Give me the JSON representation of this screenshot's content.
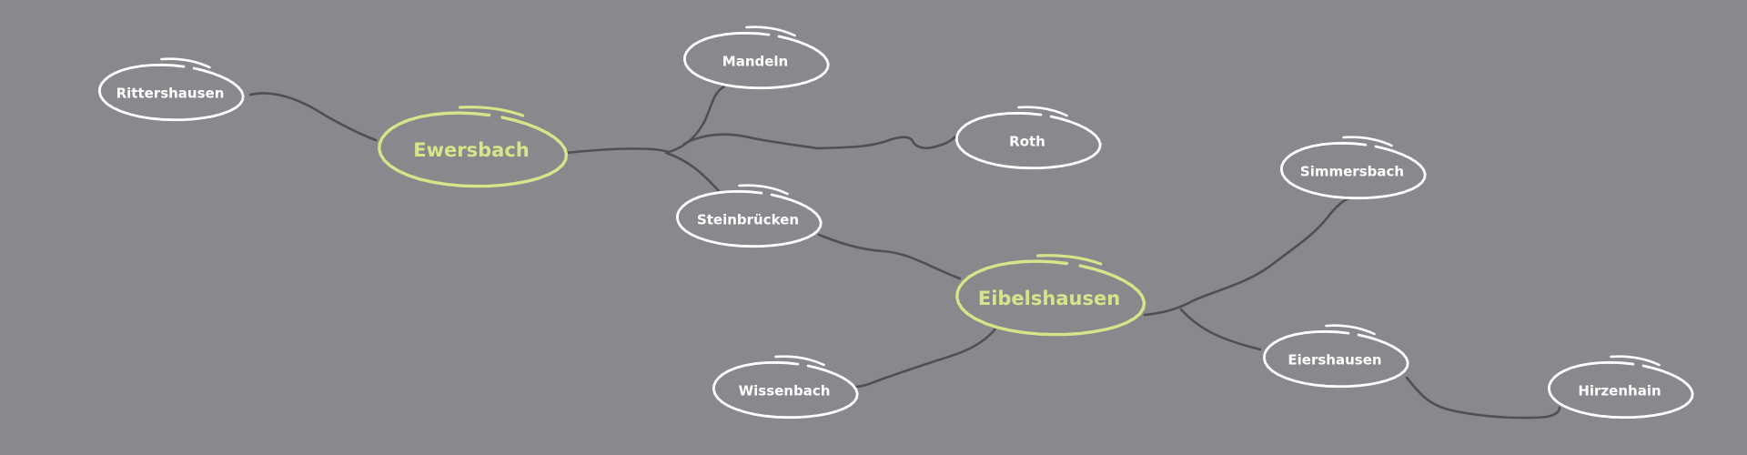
{
  "colors": {
    "background": "#88898d",
    "edge": "#4f5054",
    "node": "#ffffff",
    "hub": "#d6e58a"
  },
  "nodes": [
    {
      "id": "rittershausen",
      "label": "Rittershausen",
      "hub": false
    },
    {
      "id": "ewersbach",
      "label": "Ewersbach",
      "hub": true
    },
    {
      "id": "mandeln",
      "label": "Mandeln",
      "hub": false
    },
    {
      "id": "roth",
      "label": "Roth",
      "hub": false
    },
    {
      "id": "steinbruecken",
      "label": "Steinbrücken",
      "hub": false
    },
    {
      "id": "eibelshausen",
      "label": "Eibelshausen",
      "hub": true
    },
    {
      "id": "simmersbach",
      "label": "Simmersbach",
      "hub": false
    },
    {
      "id": "wissenbach",
      "label": "Wissenbach",
      "hub": false
    },
    {
      "id": "eiershausen",
      "label": "Eiershausen",
      "hub": false
    },
    {
      "id": "hirzenhain",
      "label": "Hirzenhain",
      "hub": false
    }
  ],
  "edges": [
    {
      "from": "ewersbach",
      "to": "rittershausen"
    },
    {
      "from": "ewersbach",
      "to": "mandeln"
    },
    {
      "from": "ewersbach",
      "to": "roth"
    },
    {
      "from": "ewersbach",
      "to": "steinbruecken"
    },
    {
      "from": "steinbruecken",
      "to": "eibelshausen"
    },
    {
      "from": "eibelshausen",
      "to": "simmersbach"
    },
    {
      "from": "eibelshausen",
      "to": "wissenbach"
    },
    {
      "from": "eibelshausen",
      "to": "eiershausen"
    },
    {
      "from": "eiershausen",
      "to": "hirzenhain"
    }
  ]
}
